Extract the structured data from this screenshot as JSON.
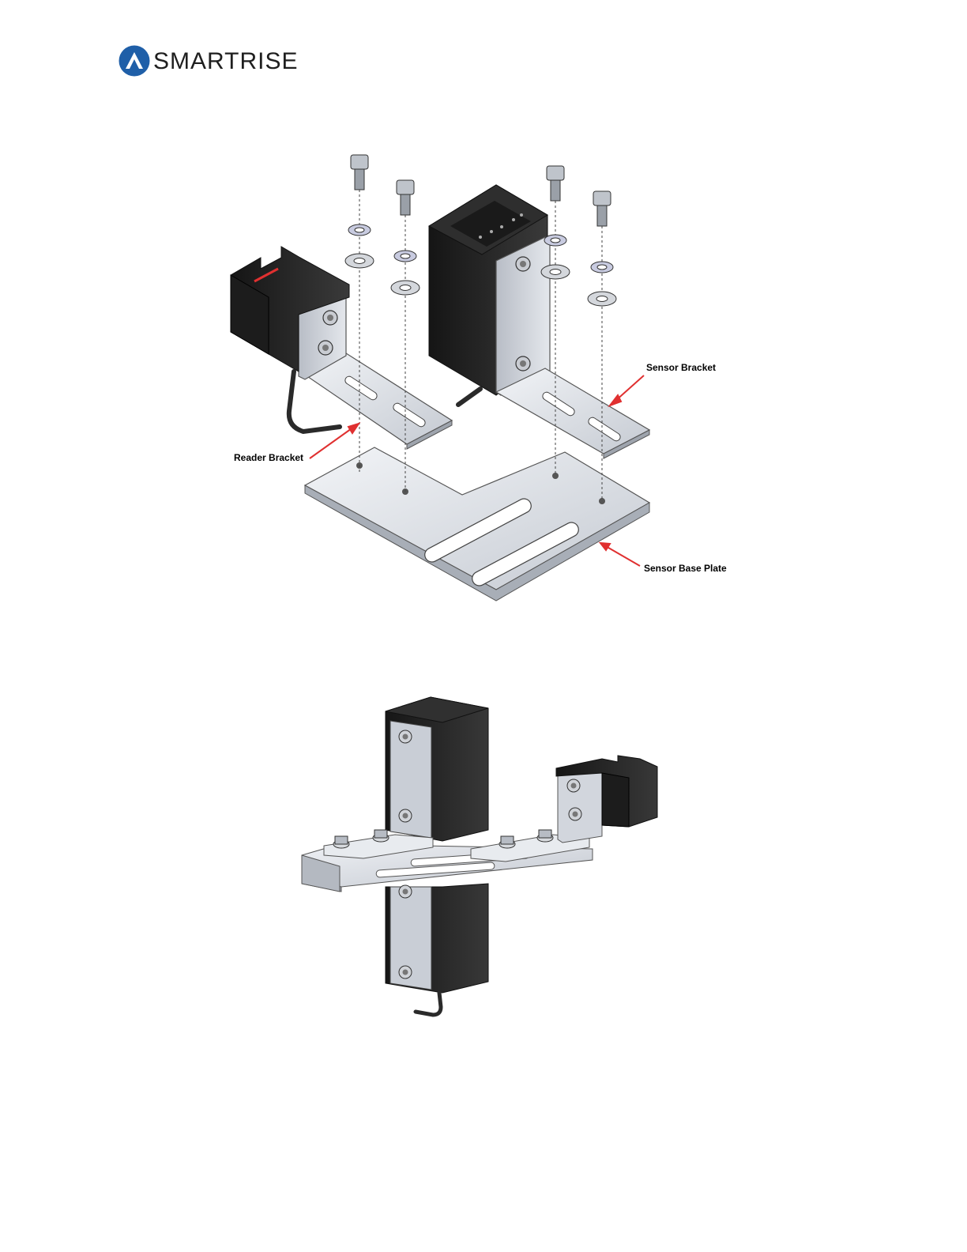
{
  "header": {
    "brand_name": "SMARTRISE",
    "brand_color": "#1f5fa8",
    "logo_icon": "smartrise-logo-icon"
  },
  "exploded_view": {
    "callouts": {
      "sensor_bracket": "Sensor Bracket",
      "reader_bracket": "Reader Bracket",
      "sensor_base_plate": "Sensor Base Plate"
    },
    "callout_arrow_color": "#e03030"
  },
  "assembled_view": {
    "colors": {
      "metal": "#d9dde3",
      "sensor_body": "#2a2a2a"
    }
  }
}
